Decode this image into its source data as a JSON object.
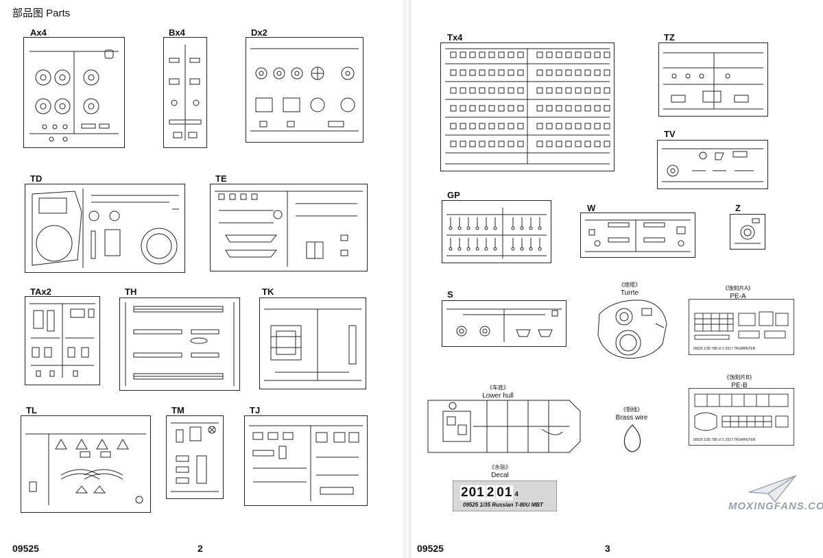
{
  "header": {
    "title": "部品图 Parts"
  },
  "footer": {
    "left_code": "09525",
    "left_page": "2",
    "right_code": "09525",
    "right_page": "3"
  },
  "sprues": {
    "Ax4": "Ax4",
    "Bx4": "Bx4",
    "Dx2": "Dx2",
    "TD": "TD",
    "TE": "TE",
    "TAx2": "TAx2",
    "TH": "TH",
    "TK": "TK",
    "TL": "TL",
    "TM": "TM",
    "TJ": "TJ",
    "Tx4": "Tx4",
    "TZ": "TZ",
    "TV": "TV",
    "GP": "GP",
    "W": "W",
    "Z": "Z",
    "S": "S"
  },
  "captions": {
    "turret_zh": "《炮塔》",
    "turret": "Turrte",
    "pea_zh": "《蚀刻片A》",
    "pea": "PE-A",
    "peb_zh": "《蚀刻片B》",
    "peb": "PE-B",
    "hull_zh": "《车底》",
    "hull": "Lower hull",
    "brass_zh": "《铜线》",
    "brass": "Brass wire",
    "decal_zh": "《水贴》",
    "decal": "Decal"
  },
  "decal": {
    "d1": "201",
    "d2": "2",
    "d3": "01",
    "d4": "4",
    "text": "09525 1/35   Russian T-80U MBT"
  },
  "pe_a_text": "09525 1/35 T80-U © 2017 TRUMPETER",
  "pe_b_text": "09525 1/35 T80-U © 2017 TRUMPETER",
  "watermark": "MOXINGFANS.COM"
}
